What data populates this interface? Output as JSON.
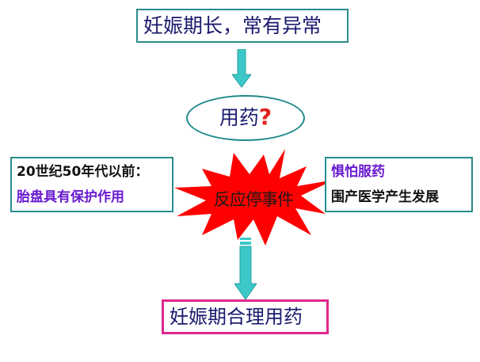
{
  "diagram": {
    "top_box": {
      "text": "妊娠期长，常有异常"
    },
    "ellipse": {
      "text": "用药",
      "mark": "?"
    },
    "left_box": {
      "line1": "20世纪50年代以前：",
      "line2": "胎盘具有保护作用"
    },
    "right_box": {
      "line1": "惧怕服药",
      "line2": "围产医学产生发展"
    },
    "starburst": {
      "text": "反应停事件"
    },
    "bottom_box": {
      "text": "妊娠期合理用药"
    },
    "colors": {
      "box_border": "#2a8c8c",
      "bottom_border": "#e0288c",
      "arrow": "#3cc8c8",
      "starburst": "#ff0000",
      "purple_text": "#6a1bd0",
      "navy_text": "#1a1a6e",
      "question_mark": "#e0201c"
    }
  }
}
